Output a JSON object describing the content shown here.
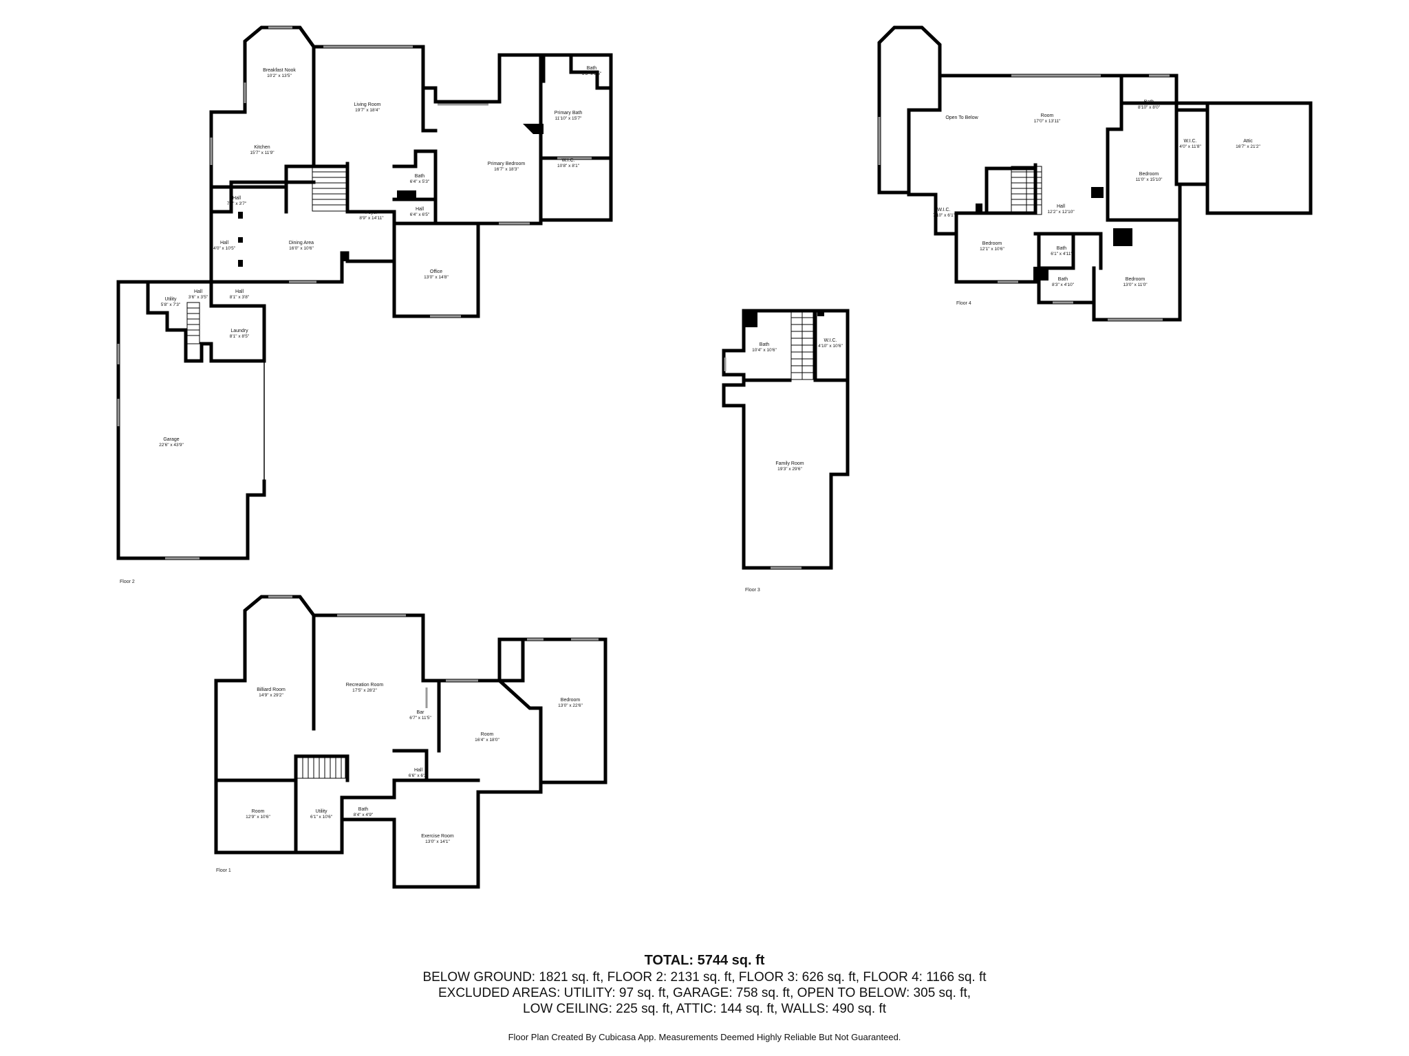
{
  "floors": [
    {
      "label": "Floor 2",
      "rooms": [
        {
          "name": "Breakfast Nook",
          "dim": "10'2\" x 13'5\""
        },
        {
          "name": "Living Room",
          "dim": "19'7\" x 18'4\""
        },
        {
          "name": "Kitchen",
          "dim": "15'7\" x 11'9\""
        },
        {
          "name": "Primary Bedroom",
          "dim": "16'7\" x 18'3\""
        },
        {
          "name": "Primary Bath",
          "dim": "11'10\" x 15'7\""
        },
        {
          "name": "Bath",
          "dim": "6'3\" x 3'5\""
        },
        {
          "name": "W.I.C.",
          "dim": "10'8\" x 8'1\""
        },
        {
          "name": "Bath",
          "dim": "6'4\" x 5'3\""
        },
        {
          "name": "Hall",
          "dim": "6'4\" x 6'5\""
        },
        {
          "name": "Hall",
          "dim": "7'7\" x 3'7\""
        },
        {
          "name": "Foyer",
          "dim": "8'9\" x 14'11\""
        },
        {
          "name": "Hall",
          "dim": "4'0\" x 10'5\""
        },
        {
          "name": "Dining Area",
          "dim": "16'0\" x 10'6\""
        },
        {
          "name": "Office",
          "dim": "13'0\" x 14'8\""
        },
        {
          "name": "Utility",
          "dim": "5'8\" x 7'3\""
        },
        {
          "name": "Hall",
          "dim": "3'6\" x 3'5\""
        },
        {
          "name": "Hall",
          "dim": "8'1\" x 3'8\""
        },
        {
          "name": "Laundry",
          "dim": "8'1\" x 8'5\""
        },
        {
          "name": "Garage",
          "dim": "22'6\" x 43'9\""
        }
      ]
    },
    {
      "label": "Floor 3",
      "rooms": [
        {
          "name": "Bath",
          "dim": "10'4\" x 10'6\""
        },
        {
          "name": "W.I.C.",
          "dim": "4'10\" x 10'6\""
        },
        {
          "name": "Family Room",
          "dim": "19'3\" x 29'6\""
        }
      ]
    },
    {
      "label": "Floor 4",
      "rooms": [
        {
          "name": "Open To Below",
          "dim": ""
        },
        {
          "name": "Room",
          "dim": "17'0\" x 13'11\""
        },
        {
          "name": "Bath",
          "dim": "8'10\" x 8'0\""
        },
        {
          "name": "W.I.C.",
          "dim": "4'0\" x 11'8\""
        },
        {
          "name": "Attic",
          "dim": "16'7\" x 21'2\""
        },
        {
          "name": "Bedroom",
          "dim": "11'0\" x 15'10\""
        },
        {
          "name": "Hall",
          "dim": "12'2\" x 12'10\""
        },
        {
          "name": "W.I.C.",
          "dim": "7'10\" x 6'1\""
        },
        {
          "name": "Bedroom",
          "dim": "12'1\" x 10'6\""
        },
        {
          "name": "Bath",
          "dim": "6'1\" x 4'11\""
        },
        {
          "name": "Bath",
          "dim": "8'3\" x 4'10\""
        },
        {
          "name": "Bedroom",
          "dim": "13'0\" x 11'0\""
        }
      ]
    },
    {
      "label": "Floor 1",
      "rooms": [
        {
          "name": "Billiard Room",
          "dim": "14'9\" x 29'2\""
        },
        {
          "name": "Recreation Room",
          "dim": "17'5\" x 28'2\""
        },
        {
          "name": "Bar",
          "dim": "6'7\" x 11'5\""
        },
        {
          "name": "Room",
          "dim": "16'4\" x 18'0\""
        },
        {
          "name": "Bedroom",
          "dim": "13'0\" x 22'6\""
        },
        {
          "name": "Hall",
          "dim": "6'6\" x 6'3\""
        },
        {
          "name": "Room",
          "dim": "12'9\" x 10'6\""
        },
        {
          "name": "Utility",
          "dim": "6'1\" x 10'6\""
        },
        {
          "name": "Bath",
          "dim": "8'4\" x 4'9\""
        },
        {
          "name": "Exercise Room",
          "dim": "13'0\" x 14'1\""
        }
      ]
    }
  ],
  "summary": {
    "total": "TOTAL: 5744 sq. ft",
    "line1": "BELOW GROUND: 1821 sq. ft, FLOOR 2: 2131 sq. ft, FLOOR 3: 626 sq. ft, FLOOR 4: 1166 sq. ft",
    "line2": "EXCLUDED AREAS: UTILITY: 97 sq. ft, GARAGE: 758 sq. ft, OPEN TO BELOW: 305 sq. ft,",
    "line3": "LOW CEILING: 225 sq. ft, ATTIC: 144 sq. ft, WALLS: 490 sq. ft",
    "credit": "Floor Plan Created By Cubicasa App. Measurements Deemed Highly Reliable But Not Guaranteed."
  }
}
